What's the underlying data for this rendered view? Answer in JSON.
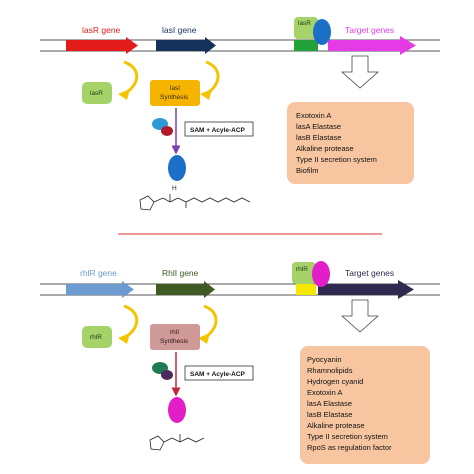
{
  "colors": {
    "lasR_gene": "#e31b1b",
    "lasI_gene": "#15325c",
    "target_arrow_top": "#e43be6",
    "rhlR_gene": "#6b9bd0",
    "rhlI_gene": "#3f5a22",
    "target_arrow_bottom": "#2f2a4f",
    "protein_green": "#a5d36a",
    "synth_top": "#f5b400",
    "synth_bottom": "#d09a98",
    "blue_oval": "#1b6fc7",
    "magenta_oval": "#e21ec9",
    "box_fill": "#f7c6a0",
    "divider": "#e03030"
  },
  "top": {
    "gene_r": "lasR gene",
    "gene_i": "lasI gene",
    "target": "Target genes",
    "receptor": "lasR",
    "synth_line1": "lasI",
    "synth_line2": "Synthesis",
    "substrate": "SAM + Acyle-ACP",
    "target_genes": [
      "Exotoxin A",
      "lasA Elastase",
      "lasB Elastase",
      "Alkaline protease",
      "Type II secretion system",
      "Biofilm"
    ]
  },
  "bottom": {
    "gene_r": "rhlR gene",
    "gene_i": "RhlI gene",
    "target": "Target genes",
    "receptor": "rhlR",
    "synth_line1": "rhlI",
    "synth_line2": "Synthesis",
    "substrate": "SAM + Acyle-ACP",
    "target_genes": [
      "Pyocyanin",
      "Rhamnolipids",
      "Hydrogen cyanid",
      "Exotoxin A",
      "lasA Elastase",
      "lasB Elastase",
      "Alkaline protease",
      "Type II secretion system",
      "RpoS as regulation factor"
    ]
  }
}
